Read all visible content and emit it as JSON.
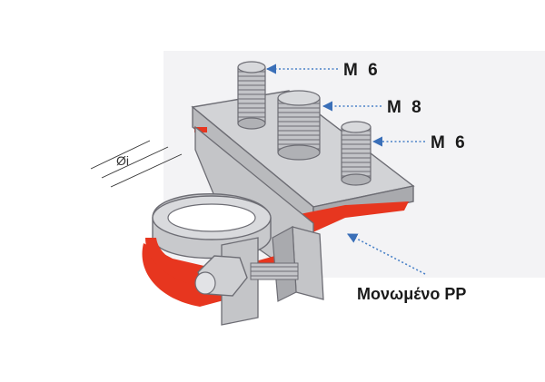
{
  "labels": {
    "m6_top": "M 6",
    "m8": "M 8",
    "m6_right": "M 6",
    "insulation": "Μονωμένο PP",
    "diameter": "Øi"
  },
  "colors": {
    "metal": "#c9cacd",
    "metal_dark": "#9a9ba1",
    "insulation_red": "#e7361f",
    "leader_blue": "#4a82c8"
  }
}
